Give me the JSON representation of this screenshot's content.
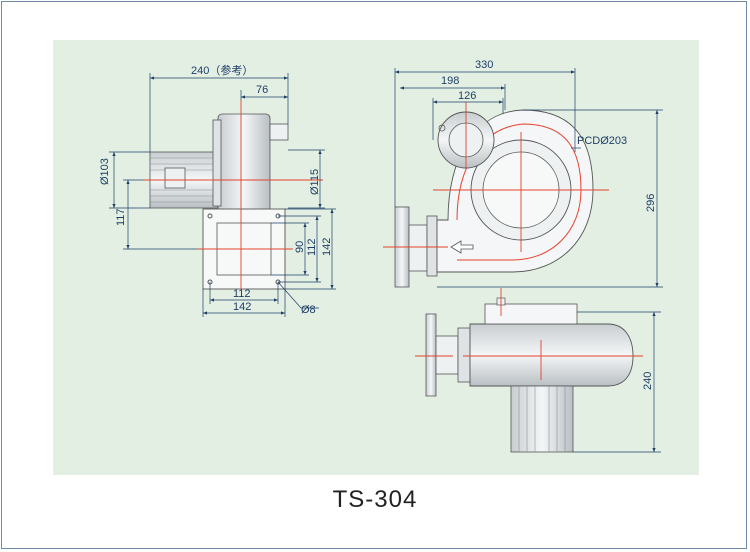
{
  "model": "TS-304",
  "colors": {
    "panel": "#e4efe4",
    "dimension": "#1d3f66",
    "centerline": "#e4432c",
    "outline": "#555555",
    "frame": "#6d8aa6"
  },
  "side_view": {
    "width_ref": "240（参考）",
    "shaft_offset": "76",
    "motor_dia": "Ø103",
    "inlet_dia": "Ø115",
    "center_height": "117",
    "flange_inner": "90",
    "flange_bolt": "112",
    "flange_outer": "142",
    "bottom_bolt": "112",
    "bottom_outer": "142",
    "hole_dia": "Ø8"
  },
  "front_view": {
    "total_width": "330",
    "width_198": "198",
    "width_126": "126",
    "pcd": "PCDØ203",
    "height": "296"
  },
  "top_view": {
    "height": "240"
  }
}
